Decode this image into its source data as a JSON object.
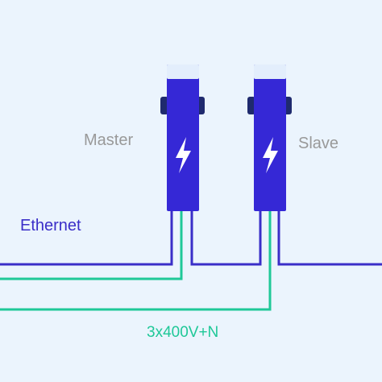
{
  "diagram": {
    "labels": {
      "master": "Master",
      "slave": "Slave",
      "ethernet": "Ethernet",
      "power": "3x400V+N"
    },
    "colors": {
      "background": "#ebf4fd",
      "charger_body": "#3528d6",
      "charger_cap": "#e3eefc",
      "charger_side": "#1f2a6e",
      "ethernet_line": "#3a2ec8",
      "power_line": "#1fc898",
      "label_grey": "#999999",
      "bolt": "#ffffff"
    },
    "icons": {
      "charger_symbol": "lightning-bolt-icon"
    }
  }
}
